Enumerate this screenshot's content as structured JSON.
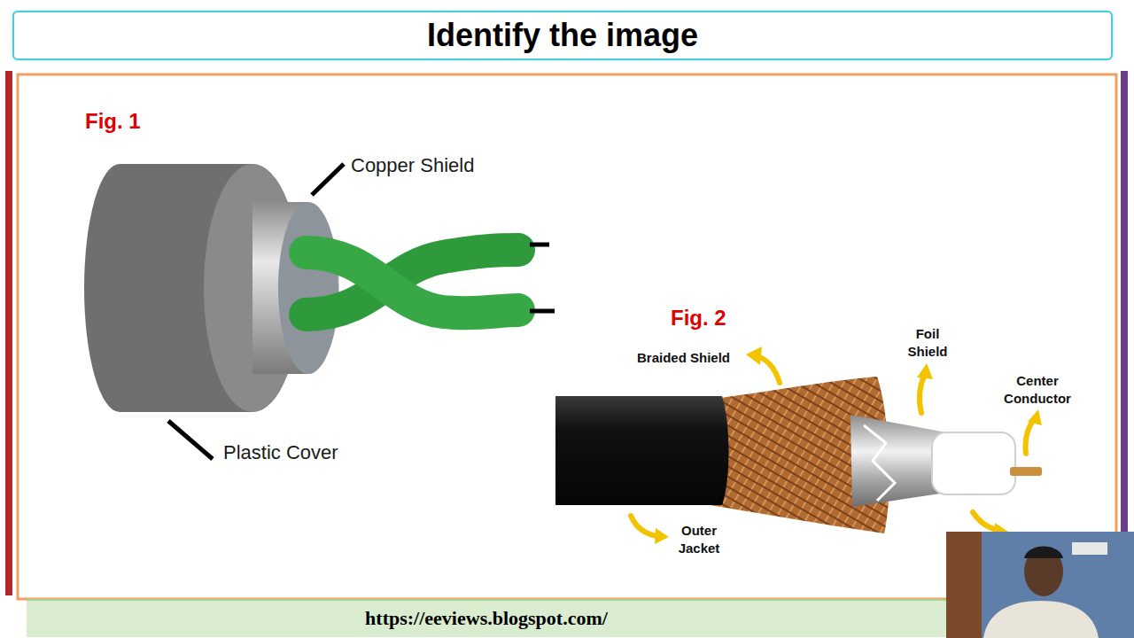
{
  "diagram": {
    "title": "Identify the image",
    "caption": "https://eeviews.blogspot.com/",
    "labels": [
      "Fig. 1",
      "Copper Shield",
      "Plastic Cover",
      "Fig. 2",
      "Braided Shield",
      "Foil Shield",
      "Center Conductor",
      "Outer Jacket"
    ]
  }
}
